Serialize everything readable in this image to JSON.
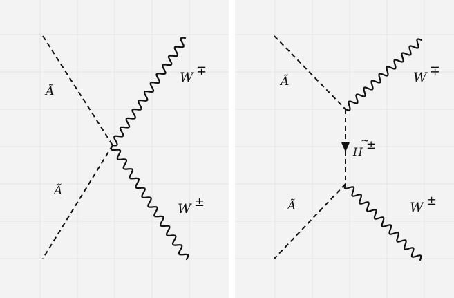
{
  "diagrams": [
    {
      "name": "contact",
      "labels": {
        "photino_top": "Ã",
        "photino_bottom": "Ã",
        "w_top_base": "W",
        "w_top_sign": "∓",
        "w_bottom_base": "W",
        "w_bottom_sign": "±"
      }
    },
    {
      "name": "higgsino-exchange",
      "labels": {
        "photino_top": "Ã",
        "photino_bottom": "Ã",
        "w_top_base": "W",
        "w_top_sign": "∓",
        "w_bottom_base": "W",
        "w_bottom_sign": "±",
        "propagator_base": "H",
        "propagator_tilde": "~",
        "propagator_sign": "±"
      }
    }
  ],
  "colors": {
    "line": "#111111",
    "background": "#f3f3f3",
    "grid": "#e4e4e4"
  }
}
